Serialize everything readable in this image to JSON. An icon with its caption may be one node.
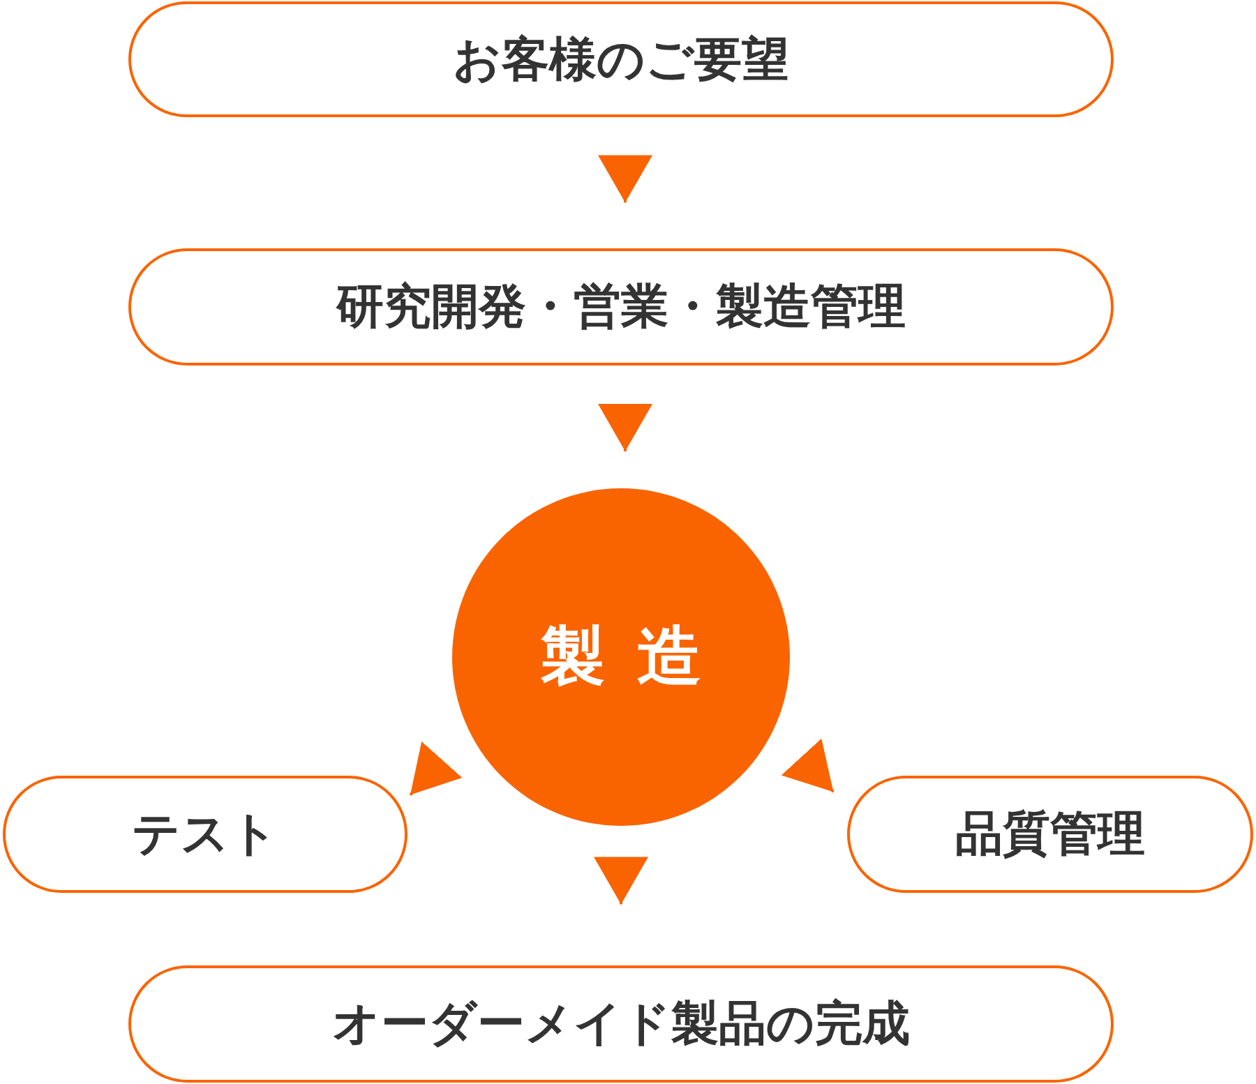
{
  "diagram": {
    "nodes": [
      {
        "text": [
          "お客様のご要望"
        ]
      },
      {
        "text": [
          "研究開発・営業・製造管理"
        ]
      },
      {
        "text": [
          "製造"
        ]
      },
      {
        "text": [
          "テスト"
        ]
      },
      {
        "text": [
          "品質管理"
        ]
      },
      {
        "text": [
          "オーダーメイド製品の完成"
        ]
      }
    ],
    "edges": [
      {
        "from": 0,
        "to": 1,
        "arrow": "to"
      },
      {
        "from": 1,
        "to": 2,
        "arrow": "to"
      },
      {
        "from": 2,
        "to": 3,
        "arrow": "to"
      },
      {
        "from": 2,
        "to": 4,
        "arrow": "to"
      },
      {
        "from": 2,
        "to": 5,
        "arrow": "to"
      }
    ]
  }
}
